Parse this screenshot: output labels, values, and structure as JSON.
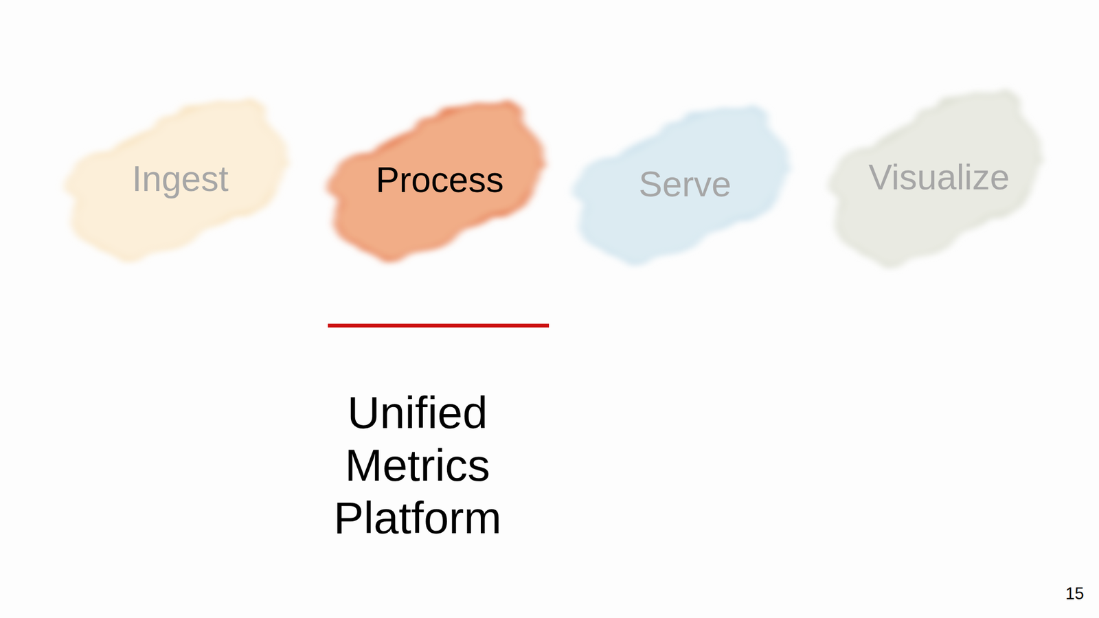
{
  "diagram": {
    "nodes": [
      {
        "text": [
          "Ingest"
        ]
      },
      {
        "text": [
          "Process"
        ]
      },
      {
        "text": [
          "Serve"
        ]
      },
      {
        "text": [
          "Visualize"
        ]
      }
    ],
    "labels": [
      "Unified Metrics Platform",
      "15"
    ]
  }
}
